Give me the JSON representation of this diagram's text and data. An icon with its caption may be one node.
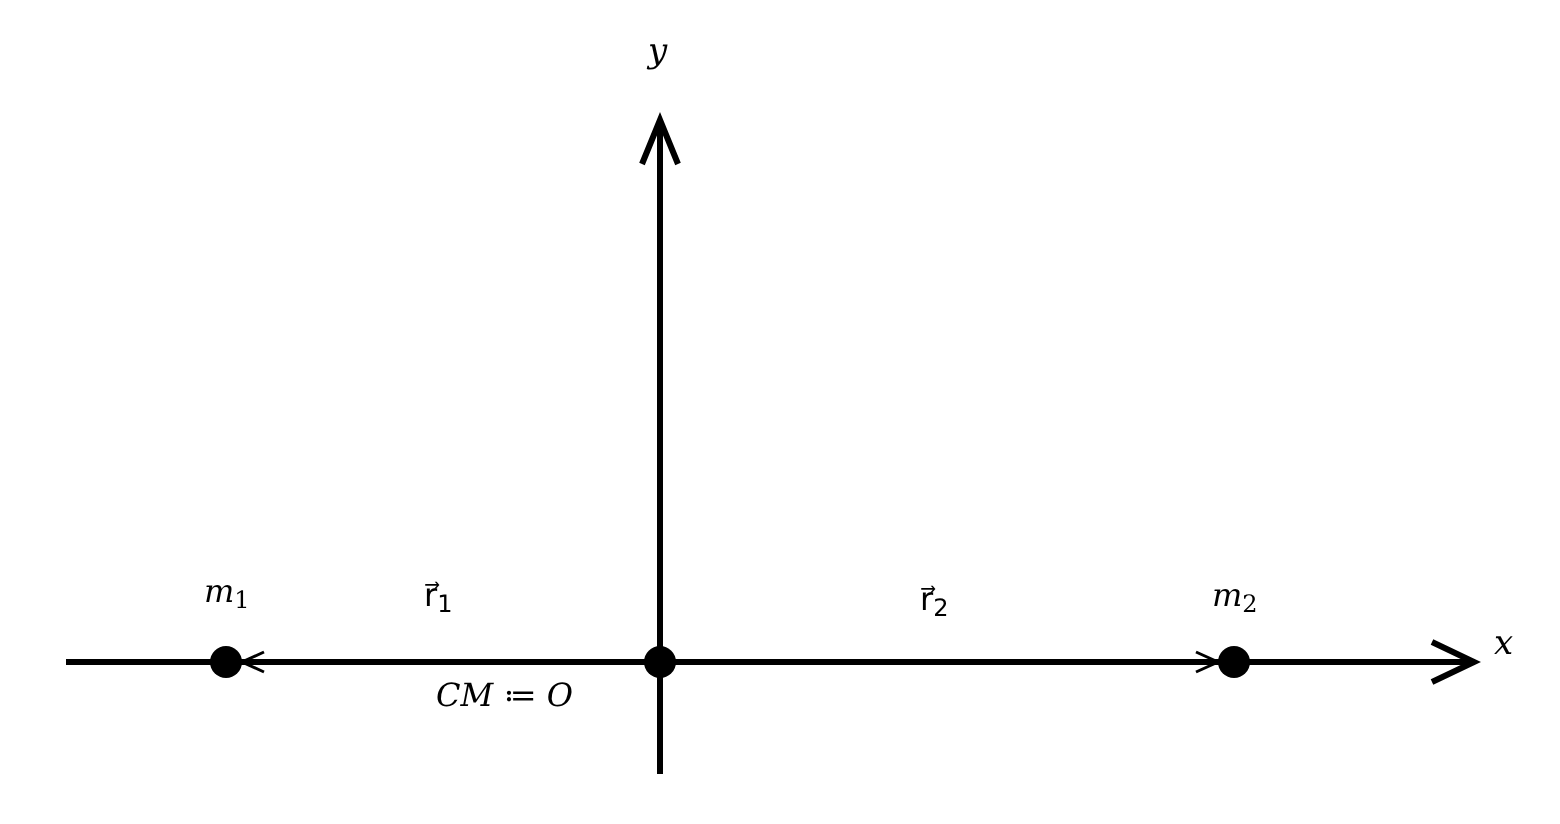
{
  "diagram": {
    "nodes": [
      {
        "text": [],
        "shape": "circle",
        "beside": [
          "*m*$_{1}$"
        ]
      },
      {
        "text": [],
        "shape": "circle",
        "beside": [
          "*CM* ≔ *O*"
        ]
      },
      {
        "text": [],
        "shape": "circle",
        "beside": [
          "*m*$_{2}$"
        ]
      }
    ],
    "edges": [
      {
        "from": 1,
        "to": 0,
        "arrow": "to",
        "label": "r⃗$_{1}$"
      },
      {
        "from": 1,
        "to": 2,
        "arrow": "to",
        "label": "r⃗$_{2}$"
      }
    ],
    "labels": [
      "*y*",
      "*x*"
    ]
  }
}
